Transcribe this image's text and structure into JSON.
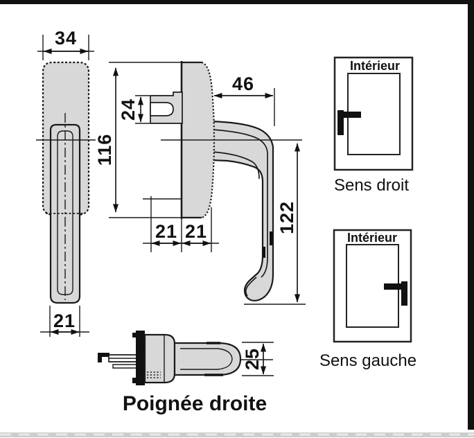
{
  "colors": {
    "line": "#1a1a1a",
    "part_fill": "#d8d8d8",
    "frame_bar": "#000000",
    "bottom_band": "#cdcdcd"
  },
  "drawing": {
    "caption": "Poignée droite",
    "dimensions": {
      "side_width": "34",
      "front_height": "116",
      "slot_height": "24",
      "lever_reach": "46",
      "lever_drop": "122",
      "offset_left": "21",
      "offset_right": "21",
      "grip_width": "21",
      "grip_thickness": "25"
    }
  },
  "diagrams": {
    "sens_droit": {
      "label": "Intérieur",
      "caption": "Sens droit"
    },
    "sens_gauche": {
      "label": "Intérieur",
      "caption": "Sens gauche"
    }
  }
}
